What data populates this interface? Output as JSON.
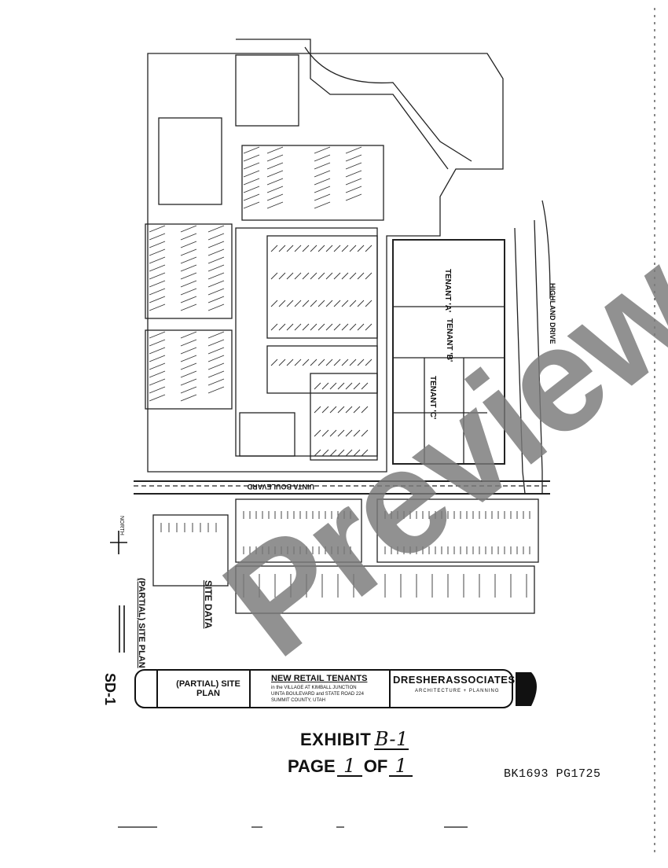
{
  "title_block": {
    "sheet_number": "SD-1",
    "sheet_title": "(PARTIAL) SITE PLAN",
    "project_heading": "NEW RETAIL TENANTS",
    "project_location_1": "in the VILLAGE AT KIMBALL JUNCTION",
    "project_location_2": "UINTA BOULEVARD and STATE ROAD 224",
    "project_location_3": "SUMMIT COUNTY, UTAH",
    "firm_name": "DRESHERASSOCIATES",
    "firm_tagline": "ARCHITECTURE + PLANNING"
  },
  "plan_labels": {
    "street_1": "UINTA BOULEVARD",
    "street_2": "HIGHLAND DRIVE",
    "tenant_a": "TENANT 'A'",
    "tenant_b": "TENANT 'B'",
    "tenant_c": "TENANT 'C'",
    "north": "NORTH"
  },
  "site_data": {
    "heading": "SITE DATA",
    "heading_2": "(PARTIAL) SITE PLAN"
  },
  "exhibit": {
    "label": "EXHIBIT",
    "handwritten_value": "B-1",
    "page_label": "PAGE",
    "page_value": "1",
    "of_label": "OF",
    "of_value": "1"
  },
  "recording_stamp": "BK1693 PG1725",
  "watermark": "Preview"
}
